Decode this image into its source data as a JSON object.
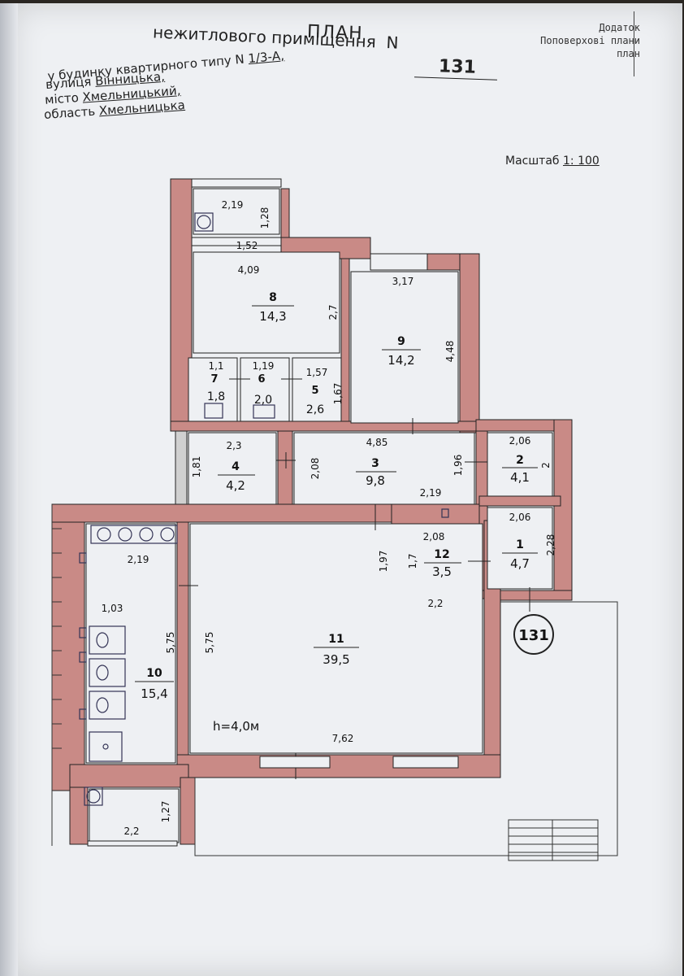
{
  "header": {
    "title": "ПЛАН",
    "subtitle_prefix": "нежитлового приміщення",
    "subtitle_n": "N",
    "subtitle_number": "131",
    "building_line_prefix": "у будинку квартирного типу",
    "building_n": "N",
    "building_number": "1/3-А,",
    "street_label": "вулиця",
    "street_value": "Вінницька,",
    "city_label": "місто",
    "city_value": "Хмельницький,",
    "region_label": "область",
    "region_value": "Хмельницька",
    "annex_line1": "Додаток",
    "annex_line2": "Поповерхові плани",
    "annex_line3": "план",
    "scale_label": "Масштаб",
    "scale_value": "1: 100"
  },
  "plan": {
    "colors": {
      "wall": "#c98a86",
      "line": "#222222",
      "paper": "#eef0f3"
    },
    "rooms": [
      {
        "no": "1",
        "area": "4,7"
      },
      {
        "no": "2",
        "area": "4,1"
      },
      {
        "no": "3",
        "area": "9,8"
      },
      {
        "no": "4",
        "area": "4,2"
      },
      {
        "no": "5",
        "area": "2,6"
      },
      {
        "no": "6",
        "area": "2,0"
      },
      {
        "no": "7",
        "area": "1,8"
      },
      {
        "no": "8",
        "area": "14,3"
      },
      {
        "no": "9",
        "area": "14,2"
      },
      {
        "no": "10",
        "area": "15,4"
      },
      {
        "no": "11",
        "area": "39,5"
      },
      {
        "no": "12",
        "area": "3,5"
      }
    ],
    "dims": {
      "d_2_19_top": "2,19",
      "d_1_28": "1,28",
      "d_1_52": "1,52",
      "d_4_09": "4,09",
      "d_2_7": "2,7",
      "d_3_17": "3,17",
      "d_4_48": "4,48",
      "d_1_1": "1,1",
      "d_1_19": "1,19",
      "d_1_57": "1,57",
      "d_1_67": "1,67",
      "d_2_3": "2,3",
      "d_1_81": "1,81",
      "d_4_85": "4,85",
      "d_2_08_r3": "2,08",
      "d_1_96": "1,96",
      "d_2_19_mid": "2,19",
      "d_2_06_a": "2,06",
      "d_2": "2",
      "d_2_06_b": "2,06",
      "d_2_28": "2,28",
      "d_2_08_r12": "2,08",
      "d_1_7": "1,7",
      "d_1_97": "1,97",
      "d_2_2_r12": "2,2",
      "d_2_19_r10": "2,19",
      "d_1_03": "1,03",
      "d_5_75_a": "5,75",
      "d_5_75_b": "5,75",
      "d_7_62": "7,62",
      "d_1_27": "1,27",
      "d_2_2_bottom": "2,2"
    },
    "height_note": "h=4,0м",
    "unit_label": "131"
  }
}
